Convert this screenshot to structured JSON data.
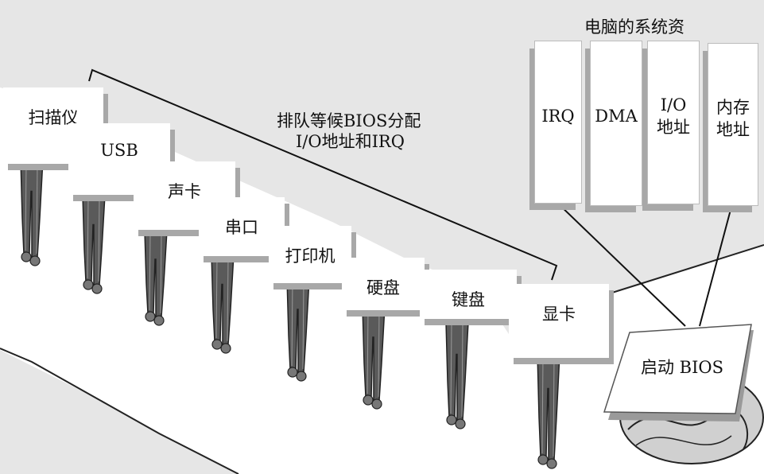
{
  "diagram": {
    "system_resources_title": "电脑的系统资",
    "queue_caption_line1": "排队等候BIOS分配",
    "queue_caption_line2": "I/O地址和IRQ",
    "devices": [
      "扫描仪",
      "USB",
      "声卡",
      "串口",
      "打印机",
      "硬盘",
      "键盘",
      "显卡"
    ],
    "resources": [
      "IRQ",
      "DMA",
      "I/O\n地址",
      "内存\n地址"
    ],
    "bios_label": "启动 BIOS"
  }
}
